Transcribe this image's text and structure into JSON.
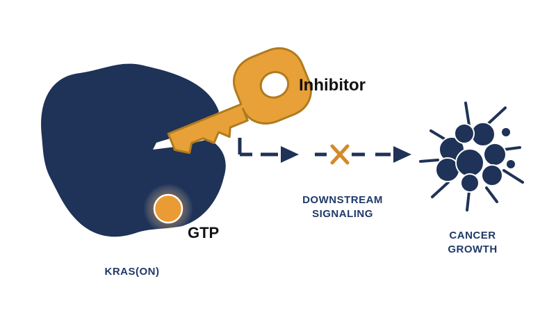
{
  "labels": {
    "inhibitor": "Inhibitor",
    "gtp": "GTP",
    "kras": "KRAS(ON)",
    "downstream_line1": "DOWNSTREAM",
    "downstream_line2": "SIGNALING",
    "cancer_line1": "CANCER",
    "cancer_line2": "GROWTH"
  },
  "icons": {
    "key": "key-icon",
    "block": "x-mark-icon",
    "tumor": "cancer-cell-cluster-icon"
  },
  "colors": {
    "navy": "#1f3257",
    "gold": "#e8a138",
    "gold_outline": "#b07a1e",
    "block_orange": "#d4892a",
    "label_navy": "#1f3a68"
  }
}
